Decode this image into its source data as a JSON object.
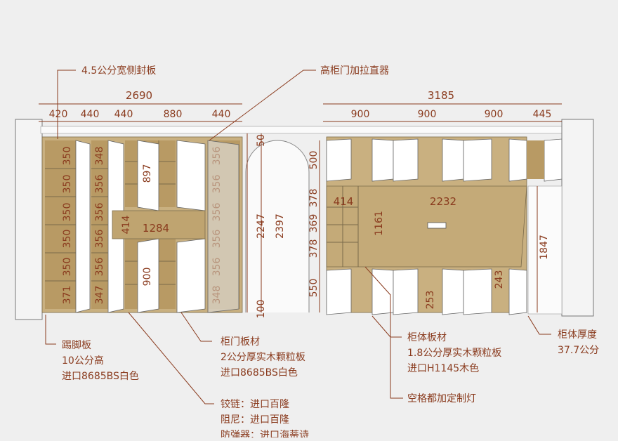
{
  "top_dims": {
    "left_total": "2690",
    "left_segments": [
      "420",
      "440",
      "440",
      "880",
      "440"
    ],
    "right_total": "3185",
    "right_segments": [
      "900",
      "900",
      "900",
      "445"
    ]
  },
  "left_cabinet": {
    "col1_shelves": [
      "350",
      "350",
      "350",
      "350",
      "350",
      "371"
    ],
    "col2_shelves": [
      "348",
      "356",
      "356",
      "356",
      "356",
      "347"
    ],
    "col5_shelves": [
      "356",
      "356",
      "356",
      "356",
      "356",
      "348"
    ],
    "upper_height": "897",
    "lower_height": "900",
    "desk_depth": "414",
    "desk_width": "1284",
    "side_small": "50",
    "height_inner": "2247",
    "height_total": "2397",
    "plinth": "100"
  },
  "right_cabinet": {
    "left_heights": [
      "500",
      "378",
      "369",
      "378",
      "550"
    ],
    "desk_depth": "414",
    "desk_width": "2232",
    "desk_height": "1161",
    "right_height": "1847",
    "drawer_a": "243",
    "drawer_b": "253"
  },
  "callouts": {
    "side_panel": "4.5公分宽侧封板",
    "door_straightener": "高柜门加拉直器",
    "plinth_title": "踢脚板",
    "plinth_line1": "10公分高",
    "plinth_line2": "进口8685BS白色",
    "door_title": "柜门板材",
    "door_line1": "2公分厚实木颗粒板",
    "door_line2": "进口8685BS白色",
    "body_title": "柜体板材",
    "body_line1": "1.8公分厚实木颗粒板",
    "body_line2": "进口H1145木色",
    "depth_title": "柜体厚度",
    "depth_line1": "37.7公分",
    "lights": "空格都加定制灯",
    "hinge": "铰链：进口百隆",
    "damper": "阻尼：进口百隆",
    "bumper": "防弹器：进口海蒂诗"
  },
  "colors": {
    "dimension": "#8a3b1e",
    "wood": "#c9b080",
    "door": "#ffffff",
    "background": "#efefef"
  }
}
